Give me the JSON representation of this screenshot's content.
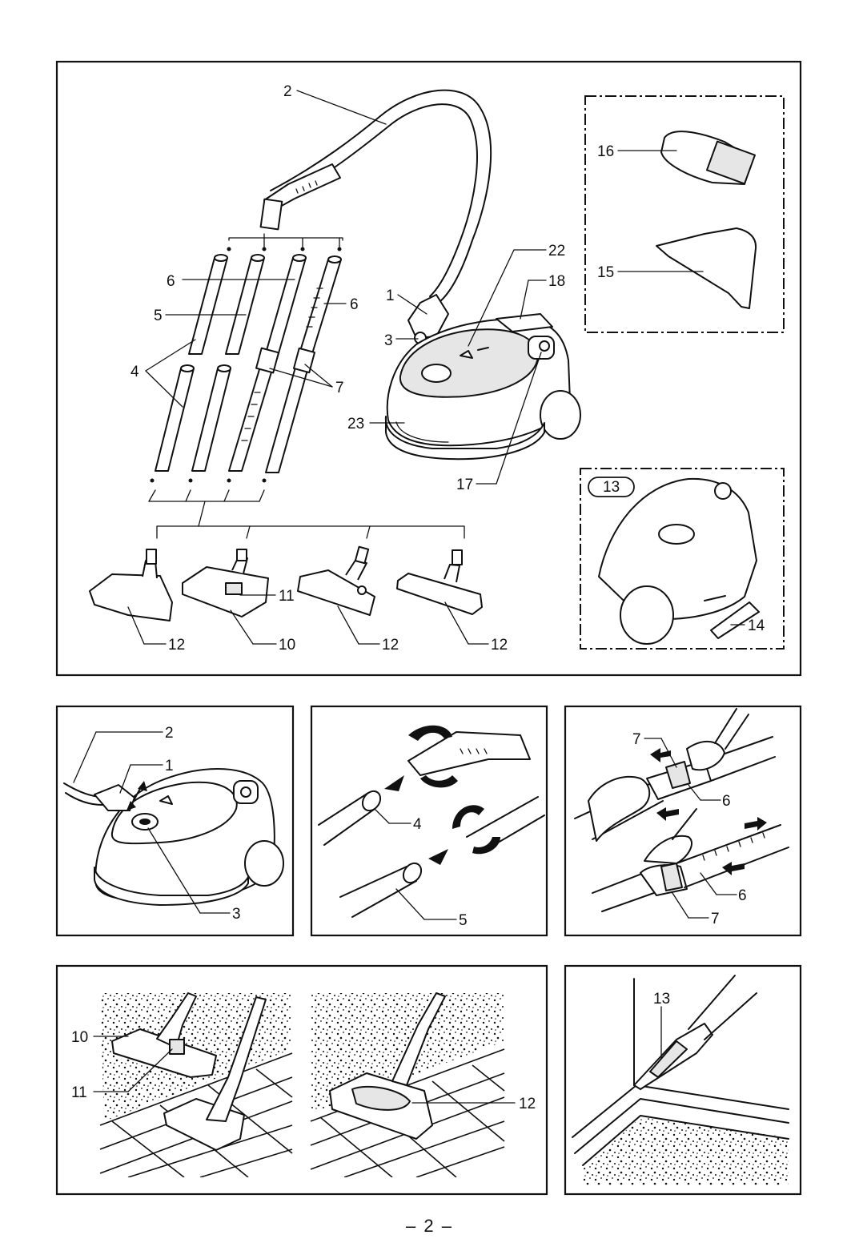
{
  "labels": {
    "hose": "2",
    "hose_end": "1",
    "hose_lock": "3",
    "pipe_lower": "4",
    "pipe_upper": "5",
    "pipe_telescopic_a": "6",
    "pipe_telescopic_b": "6",
    "slide": "7",
    "indicator": "22",
    "handle": "18",
    "power_button": "17",
    "cord_rewind": "23",
    "dust_brush": "16",
    "upholstery_nozzle": "15",
    "crevice_storage_badge": "13",
    "crevice_tool": "14",
    "pedal": "11",
    "floor_nozzle_combo": "10",
    "floor_nozzle_a": "12",
    "floor_nozzle_b": "12",
    "floor_nozzle_c": "12",
    "p2_hose": "2",
    "p2_hose_end": "1",
    "p2_lock": "3",
    "p3_pipe_lower": "4",
    "p3_pipe_upper": "5",
    "p4_slide_top": "7",
    "p4_tele_top": "6",
    "p4_tele_bottom": "6",
    "p4_slide_bottom": "7",
    "p5_nozzle": "10",
    "p5_pedal": "11",
    "p5_nozzle_right": "12",
    "p6_crevice": "13"
  },
  "page_number": "– 2 –"
}
